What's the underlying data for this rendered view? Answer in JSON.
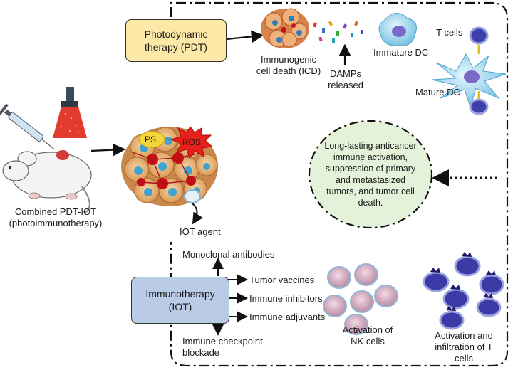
{
  "pdt_box": {
    "line1": "Photodynamic",
    "line2": "therapy (PDT)",
    "fill": "#fde9a7"
  },
  "iot_box": {
    "line1": "Immunotherapy",
    "line2": "(IOT)",
    "fill": "#b9cbe6"
  },
  "icd_label": {
    "line1": "Immunogenic",
    "line2": "cell death (ICD)"
  },
  "damps_label": {
    "line1": "DAMPs",
    "line2": "released"
  },
  "immature_dc_label": "Immature DC",
  "t_cells_label": "T cells",
  "mature_dc_label": "Mature DC",
  "ps_label": "PS",
  "ros_label": "ROS",
  "mouse_label": {
    "line1": "Combined PDT-IOT",
    "line2": "(photoimmunotherapy)"
  },
  "iot_agent_label": "IOT agent",
  "outcome_ellipse": {
    "lines": [
      "Long-lasting anticancer",
      "immune activation,",
      "suppression of primary",
      "and metastasized",
      "tumors, and tumor cell",
      "death."
    ],
    "fill": "#e3f2d9"
  },
  "iot_branches": {
    "monoclonal": "Monoclonal antibodies",
    "vaccines": "Tumor vaccines",
    "inhibitors": "Immune inhibitors",
    "adjuvants": "Immune adjuvants",
    "checkpoint": {
      "line1": "Immune checkpoint",
      "line2": "blockade"
    }
  },
  "nk_label": {
    "line1": "Activation of",
    "line2": "NK cells"
  },
  "tcell_label": {
    "line1": "Activation and",
    "line2": "infiltration of T",
    "line3": "cells"
  }
}
